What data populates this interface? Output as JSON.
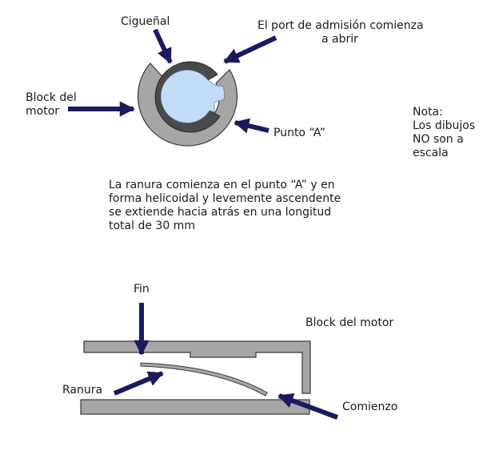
{
  "top_diagram": {
    "crankshaft_label": "Cigueñal",
    "port_label_line1": "El port de admisión comienza",
    "port_label_line2": "a abrir",
    "block_label_line1": "Block del",
    "block_label_line2": "motor",
    "point_a_label": "Punto “A”"
  },
  "note": {
    "line1": "Nota:",
    "line2": "Los dibujos",
    "line3": "NO son a",
    "line4": "escala"
  },
  "description": {
    "line1": "La ranura comienza en el punto “A” y en",
    "line2": "forma helicoidal y levemente ascendente",
    "line3": "se extiende hacia atrás en una longitud",
    "line4": "total de 30 mm"
  },
  "bottom_diagram": {
    "end_label": "Fin",
    "block_label": "Block del motor",
    "slot_label": "Ranura",
    "start_label": "Comienzo"
  },
  "colors": {
    "arrow": "#1a1a5e",
    "block_gray": "#a6a6a6",
    "crank_dark": "#4a4a4a",
    "crank_fill": "#c2dcf7",
    "outline": "#333333"
  }
}
